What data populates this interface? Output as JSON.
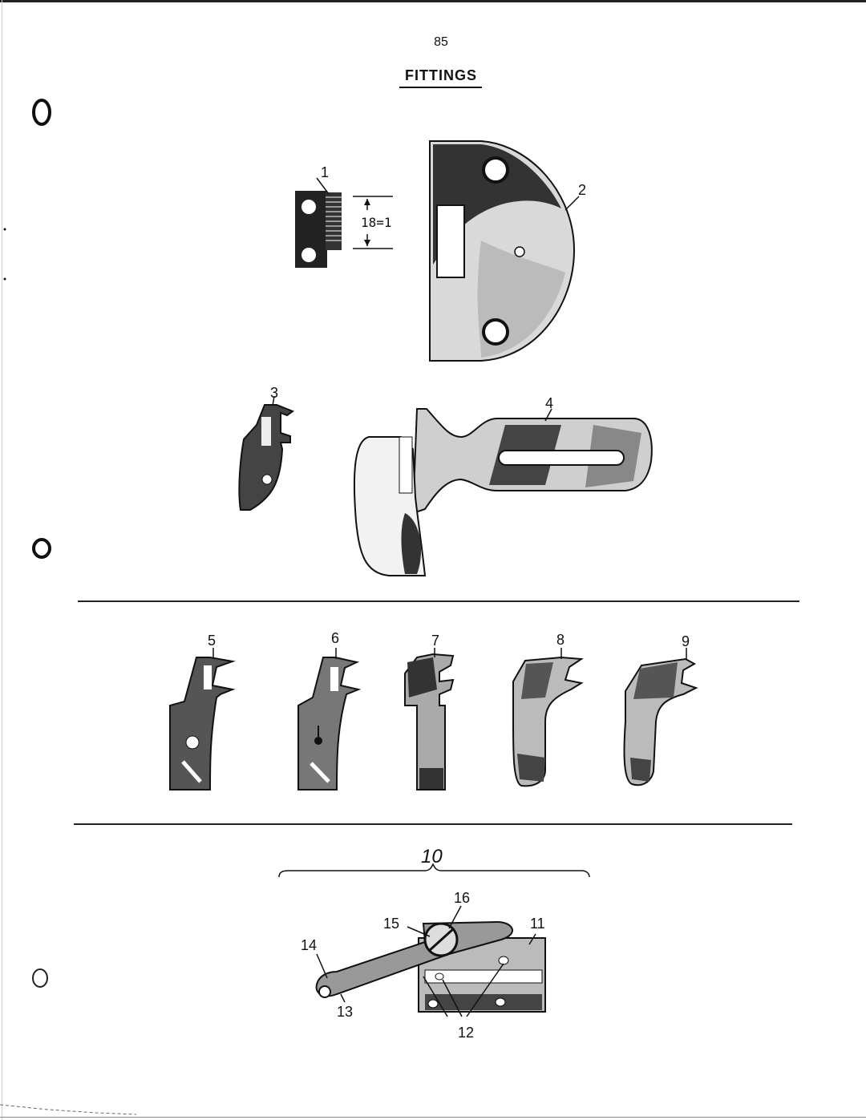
{
  "page": {
    "number": "85",
    "title": "FITTINGS"
  },
  "dimension_label": "18=1",
  "callouts": {
    "c1": "1",
    "c2": "2",
    "c3": "3",
    "c4": "4",
    "c5": "5",
    "c6": "6",
    "c7": "7",
    "c8": "8",
    "c9": "9",
    "c10": "10",
    "c11": "11",
    "c12": "12",
    "c13": "13",
    "c14": "14",
    "c15": "15",
    "c16": "16"
  }
}
